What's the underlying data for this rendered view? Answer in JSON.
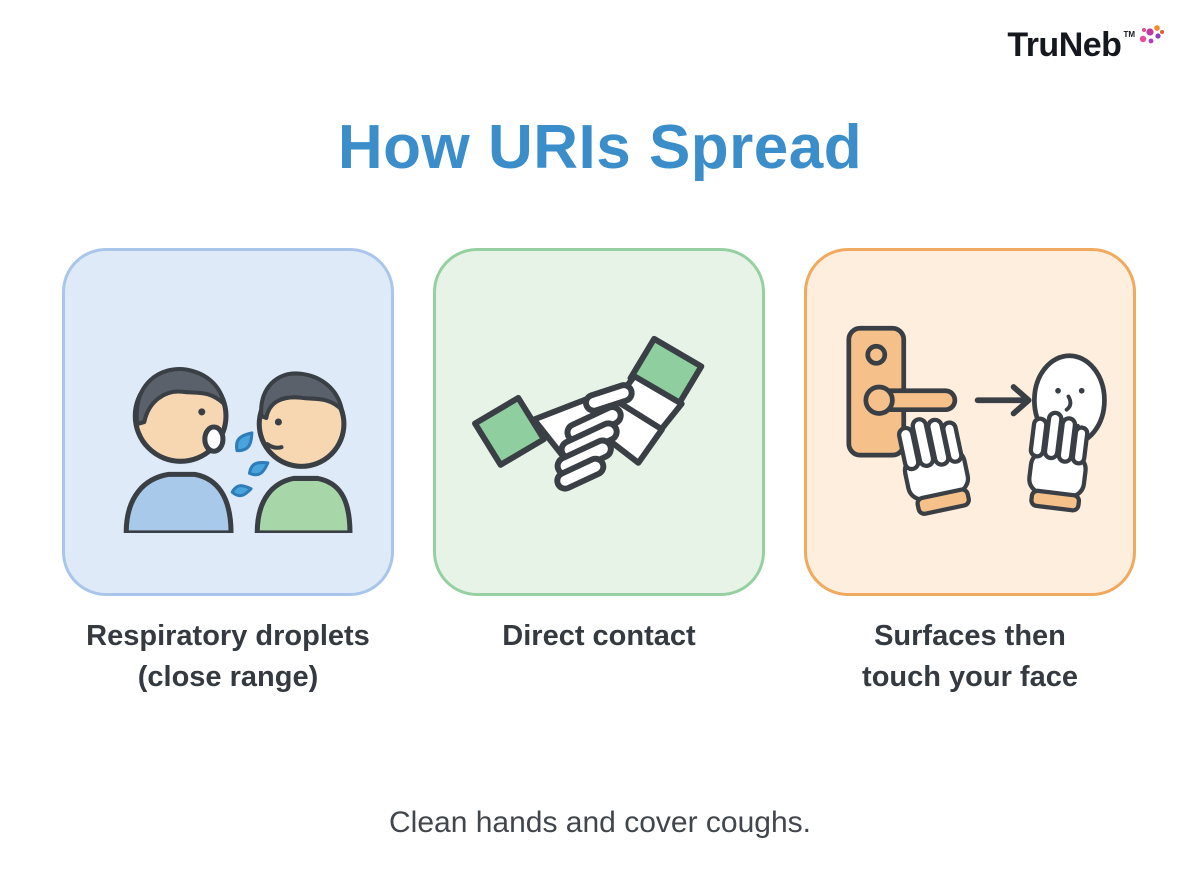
{
  "logo": {
    "text": "TruNeb",
    "tm": "TM"
  },
  "title": "How URIs Spread",
  "panels": [
    {
      "caption_line1": "Respiratory droplets",
      "caption_line2": "(close range)"
    },
    {
      "caption_line1": "Direct contact",
      "caption_line2": ""
    },
    {
      "caption_line1": "Surfaces then",
      "caption_line2": "touch your face"
    }
  ],
  "footer": "Clean hands and cover coughs.",
  "colors": {
    "title": "#3b8ec9",
    "caption_text": "#343a40",
    "panel_droplets_bg": "#dfeaf8",
    "panel_droplets_border": "#a9c6ea",
    "panel_contact_bg": "#e7f3e7",
    "panel_contact_border": "#96d0a2",
    "panel_surfaces_bg": "#fdeedd",
    "panel_surfaces_border": "#f0a95e",
    "droplet_blue": "#4aa3dc",
    "shirt_blue": "#a9c9ea",
    "shirt_green": "#a7d7a8",
    "sleeve_green": "#8fce9e",
    "door_orange": "#f5c08a",
    "skin": "#f6d7b1",
    "outline": "#3a3f45"
  }
}
